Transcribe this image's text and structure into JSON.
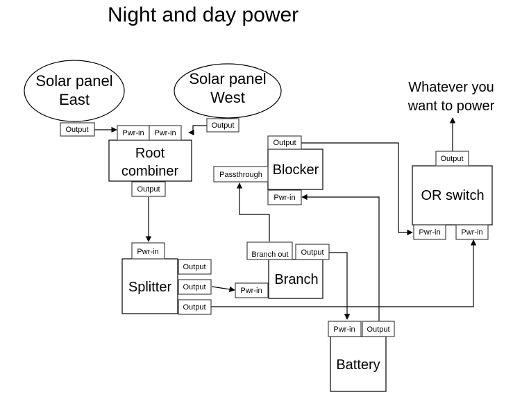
{
  "title": "Night and day power",
  "nodes": {
    "solar_east": {
      "line1": "Solar panel",
      "line2": "East",
      "output": "Output"
    },
    "solar_west": {
      "line1": "Solar panel",
      "line2": "West",
      "output": "Output"
    },
    "root_combiner": {
      "line1": "Root",
      "line2": "combiner",
      "input1": "Pwr-in",
      "input2": "Pwr-in",
      "output": "Output"
    },
    "blocker": {
      "label": "Blocker",
      "output": "Output",
      "passthrough": "Passthrough",
      "input": "Pwr-in"
    },
    "or_switch": {
      "label": "OR switch",
      "output": "Output",
      "input1": "Pwr-in",
      "input2": "Pwr-in"
    },
    "target": {
      "line1": "Whatever you",
      "line2": "want to power"
    },
    "splitter": {
      "label": "Splitter",
      "input": "Pwr-in",
      "output1": "Output",
      "output2": "Output",
      "output3": "Output"
    },
    "branch": {
      "label": "Branch",
      "branch_out": "Branch out",
      "output": "Output",
      "input": "Pwr-in"
    },
    "battery": {
      "label": "Battery",
      "input": "Pwr-in",
      "output": "Output"
    }
  }
}
